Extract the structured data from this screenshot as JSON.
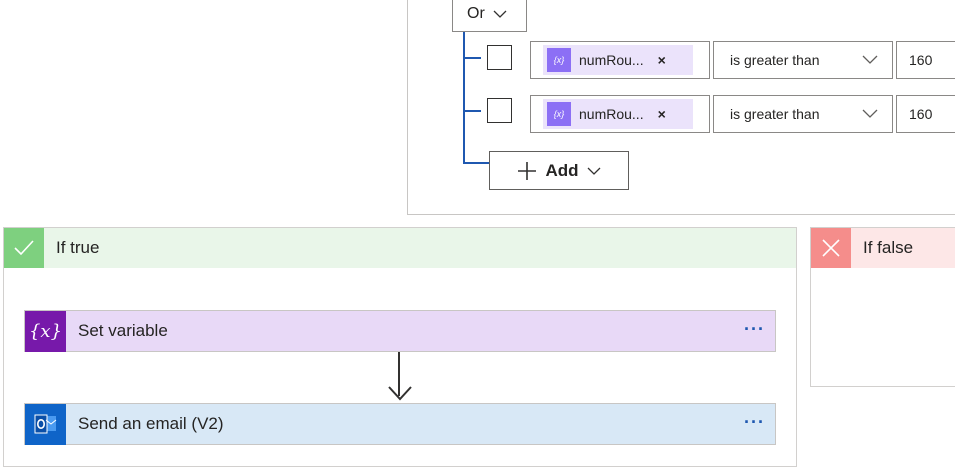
{
  "condition": {
    "group_operator": "Or",
    "rows": [
      {
        "token_icon": "{x}",
        "token_label": "numRou...",
        "operator": "is greater than",
        "value": "160"
      },
      {
        "token_icon": "{x}",
        "token_label": "numRou...",
        "operator": "is greater than",
        "value": "160"
      }
    ],
    "add_label": "Add"
  },
  "if_true": {
    "label": "If true"
  },
  "if_false": {
    "label": "If false"
  },
  "actions": [
    {
      "label": "Set variable",
      "icon": "variable-icon",
      "more": "···"
    },
    {
      "label": "Send an email (V2)",
      "icon": "outlook-icon",
      "more": "···"
    }
  ],
  "colors": {
    "accent_blue": "#1f58b0",
    "true_header": "#e9f6e9",
    "false_header": "#fde7e7",
    "set_variable_card": "#e8d9f7",
    "email_card": "#d8e8f6"
  }
}
